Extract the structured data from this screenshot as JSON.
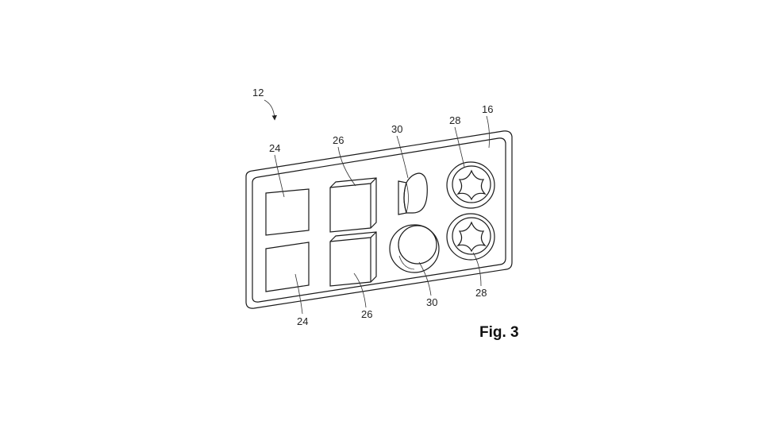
{
  "figure": {
    "caption": "Fig. 3",
    "labels": {
      "assembly": "12",
      "panel": "16",
      "texture_top": "24",
      "texture_bottom": "24",
      "block_top": "26",
      "block_bottom": "26",
      "knob_top": "30",
      "knob_bottom": "30",
      "star_top": "28",
      "star_bottom": "28"
    }
  }
}
